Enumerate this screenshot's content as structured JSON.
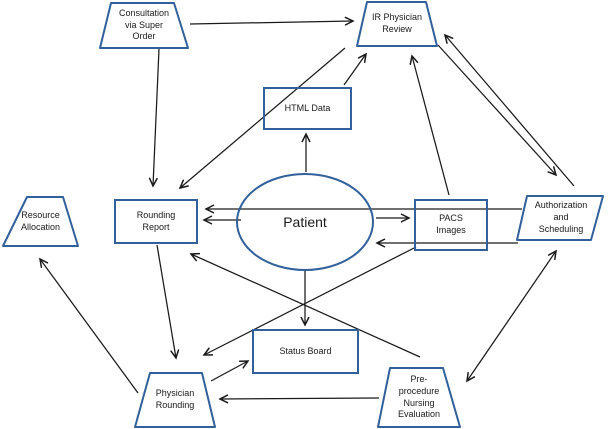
{
  "diagram": {
    "title": "IR workflow diagram",
    "background_color": "#ffffff",
    "node_border_color": "#31609b",
    "node_fill_color": "#ffffff",
    "edge_color": "#1a1a1a",
    "nodes": {
      "consultation": {
        "label": "Consultation via Super Order",
        "shape": "trapezoid"
      },
      "ir_review": {
        "label": "IR Physician Review",
        "shape": "trapezoid"
      },
      "html_data": {
        "label": "HTML Data",
        "shape": "rectangle"
      },
      "resource": {
        "label": "Resource Allocation",
        "shape": "trapezoid"
      },
      "rounding_report": {
        "label": "Rounding Report",
        "shape": "rectangle"
      },
      "patient": {
        "label": "Patient",
        "shape": "ellipse"
      },
      "pacs": {
        "label": "PACS Images",
        "shape": "rectangle"
      },
      "auth": {
        "label": "Authorization and Scheduling",
        "shape": "trapezoid"
      },
      "status_board": {
        "label": "Status Board",
        "shape": "rectangle"
      },
      "phys_rounding": {
        "label": "Physician Rounding",
        "shape": "trapezoid"
      },
      "preproc": {
        "label": "Pre-procedure Nursing Evaluation",
        "shape": "trapezoid"
      }
    },
    "edges": [
      {
        "from": "consultation",
        "to": "ir_review"
      },
      {
        "from": "consultation",
        "to": "rounding_report"
      },
      {
        "from": "ir_review",
        "to": "rounding_report"
      },
      {
        "from": "html_data",
        "to": "ir_review"
      },
      {
        "from": "pacs",
        "to": "ir_review"
      },
      {
        "from": "ir_review",
        "to": "auth"
      },
      {
        "from": "auth",
        "to": "ir_review"
      },
      {
        "from": "auth",
        "to": "rounding_report"
      },
      {
        "from": "patient",
        "to": "rounding_report"
      },
      {
        "from": "patient",
        "to": "pacs"
      },
      {
        "from": "auth",
        "to": "patient"
      },
      {
        "from": "patient",
        "to": "html_data"
      },
      {
        "from": "patient",
        "to": "status_board"
      },
      {
        "from": "rounding_report",
        "to": "phys_rounding"
      },
      {
        "from": "preproc",
        "to": "rounding_report"
      },
      {
        "from": "pacs",
        "to": "phys_rounding"
      },
      {
        "from": "phys_rounding",
        "to": "status_board"
      },
      {
        "from": "preproc",
        "to": "phys_rounding"
      },
      {
        "from": "phys_rounding",
        "to": "resource"
      },
      {
        "from": "auth",
        "to": "preproc",
        "bidirectional": true
      }
    ]
  }
}
